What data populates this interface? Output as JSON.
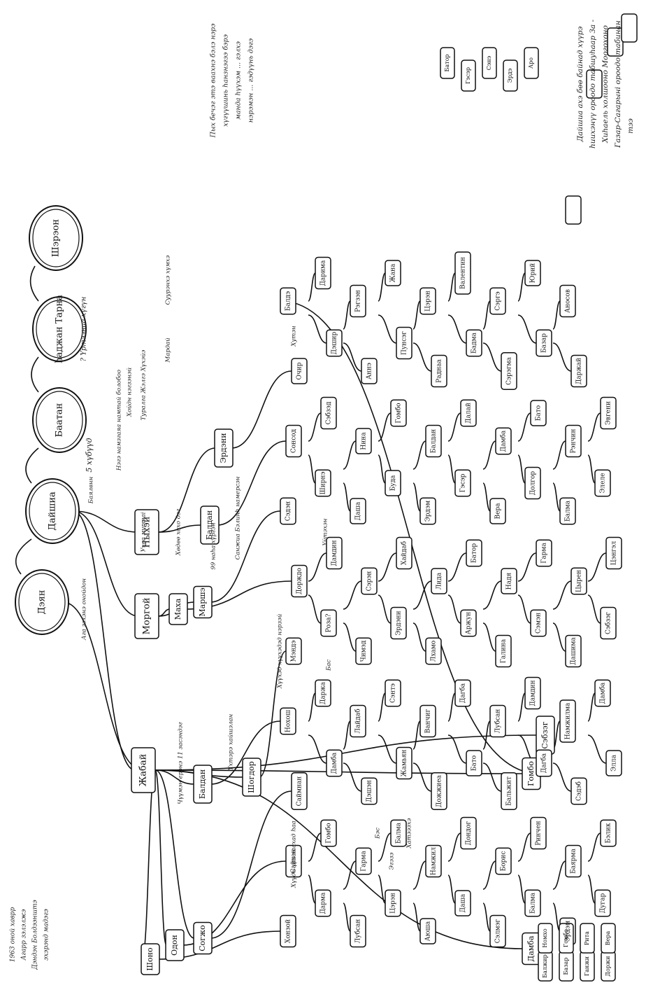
{
  "header_text": {
    "line1": "Дайшиа ахэ бөө байнад хүүрэ",
    "line2": "һиихэнүү ороодо табшуhаар За -",
    "line3": "Хиhаель холшооно Моогохоно",
    "line4": "Газар-Сагарыні ороодо табинан",
    "line5": "тээ"
  },
  "header_note": {
    "line1": "Пых бечэг этэ ваахнэ бэлэ нэрэ",
    "line2": "хүгүүшинь һанзнэгээ бэрэ",
    "line3": "манда һүүхэм ... гэлхэ",
    "line4": "нэрэмэн ... гэдүүнь дэгэ"
  },
  "footer_text": {
    "line1": "1963 оной хаврр",
    "line2": "Агарр зэлэлжэ",
    "line3": "Дэндэн Болдээнштэ",
    "line4": "эхэрэнд мадэгэ"
  },
  "roots": [
    {
      "label": "Дэян"
    },
    {
      "label": "Дайшиа"
    },
    {
      "label": "Баатан"
    },
    {
      "label": "һаджан Тарна"
    },
    {
      "label": "Шэрэон"
    }
  ],
  "root_note": "5 хүбүүд",
  "root_note_2": "? Үртээнаа хүгүн",
  "annotations": {
    "a1": "Ага зэхэнэ онойдон",
    "a2": "Баялвнн",
    "a3": "Ухаа муртаі",
    "a4": "Хөдөө хохо дэг",
    "a5": "99 наһа хүргэн",
    "a6": "Санжиа Бэлинһ намерсэн",
    "a7": "Хүүдн үрэ хаахад һаа",
    "a8": "Чүүмэн ерэнэ 11 засэндэг",
    "a9": "Үйтэхэн",
    "a10": "Хүүхэд хүүхэдэд нэрзэй",
    "a11": "Эгэзэ",
    "a12": "Хатээзхэ",
    "a13": "Бэс",
    "a14": "Үхтэрэ хайшэлан",
    "a15": "Хойдн нэгзэнэй",
    "a16": "Туралга Жэлгэ Хүхэйэ",
    "a17": "Мардай",
    "a18": "Нэгэ намзгаяа намтай болобоо",
    "a19": "Суурэнхэ хүмхэ",
    "a20": "Хутэн",
    "a21": "Бас"
  },
  "level1": [
    {
      "label": "Жабай"
    },
    {
      "label": "Моргой"
    },
    {
      "label": "Ныхэй"
    }
  ],
  "level2": [
    {
      "label": "Шоно"
    },
    {
      "label": "Одон"
    },
    {
      "label": "Согжо"
    },
    {
      "label": "Балдан"
    },
    {
      "label": "Шогдор"
    },
    {
      "label": "Маха"
    },
    {
      "label": "Маршэ"
    },
    {
      "label": "Балдан"
    },
    {
      "label": "Эрдэни"
    },
    {
      "label": "Гомбо"
    },
    {
      "label": "Дамба"
    },
    {
      "label": "Сэбзэг"
    }
  ],
  "names": [
    "Хонзой",
    "Сайхан",
    "Саймнан",
    "Нохош",
    "Мэндэ",
    "Дорждо",
    "Сэдэн",
    "Сонсод",
    "Очир",
    "Балдэ",
    "Дарма",
    "Гомбо",
    "Дамба",
    "Даржа",
    "Роза?",
    "Дамдин",
    "Ширнэ",
    "Сэбзэд",
    "Дэшир",
    "Дарима",
    "Лубсан",
    "Гарма",
    "Дэшэн",
    "Лайдаб",
    "Чимэд",
    "Сэрэн",
    "Даша",
    "Нина",
    "Аннэ",
    "Рэгзэн",
    "Цэрэн",
    "Балма",
    "Жамьян",
    "Сэнтэ",
    "Эрдэни",
    "Хайдаб",
    "Буда",
    "Гомбо",
    "Пунсэг",
    "Жана",
    "Аюша",
    "Намжил",
    "Дожжиеа",
    "Ванчиг",
    "Лхамо",
    "Лида",
    "Эрдэм",
    "Балдан",
    "Раднаа",
    "Цэрэн",
    "Даша",
    "Дондог",
    "Бато",
    "Дагба",
    "Аржун",
    "Батор",
    "Гэсэр",
    "Далай",
    "Бадма",
    "Валентин",
    "Сэлмэг",
    "Борис",
    "Бальжит",
    "Лубсан",
    "Галина",
    "Надя",
    "Вера",
    "Дамба",
    "Сэрэгма",
    "Сэргэ",
    "Балма",
    "Ринчен",
    "Дагба",
    "Дамдин",
    "Сэмэн",
    "Гарма",
    "Долгор",
    "Бато",
    "Базар",
    "Юрий",
    "Эрдэм",
    "Баярма",
    "Сэдэб",
    "Намжилма",
    "Дашима",
    "Цырен",
    "Балма",
    "Рэнчин",
    "Даржай",
    "Аносов",
    "Дугар",
    "Бэлик",
    "Элла",
    "Дамба",
    "Сэбзэг",
    "Цэнгэл",
    "Элеле",
    "Эвгени"
  ],
  "side_names": [
    "Балжир",
    "Базар",
    "Ганжи",
    "Доржи",
    "Номхо",
    "Гомбо",
    "Рита",
    "Вера"
  ],
  "small_marks": [
    "Батор",
    "Гэсэр",
    "Сэнэ",
    "Эрдэ",
    "Аро"
  ],
  "colors": {
    "ink": "#111111",
    "paper": "#ffffff"
  }
}
